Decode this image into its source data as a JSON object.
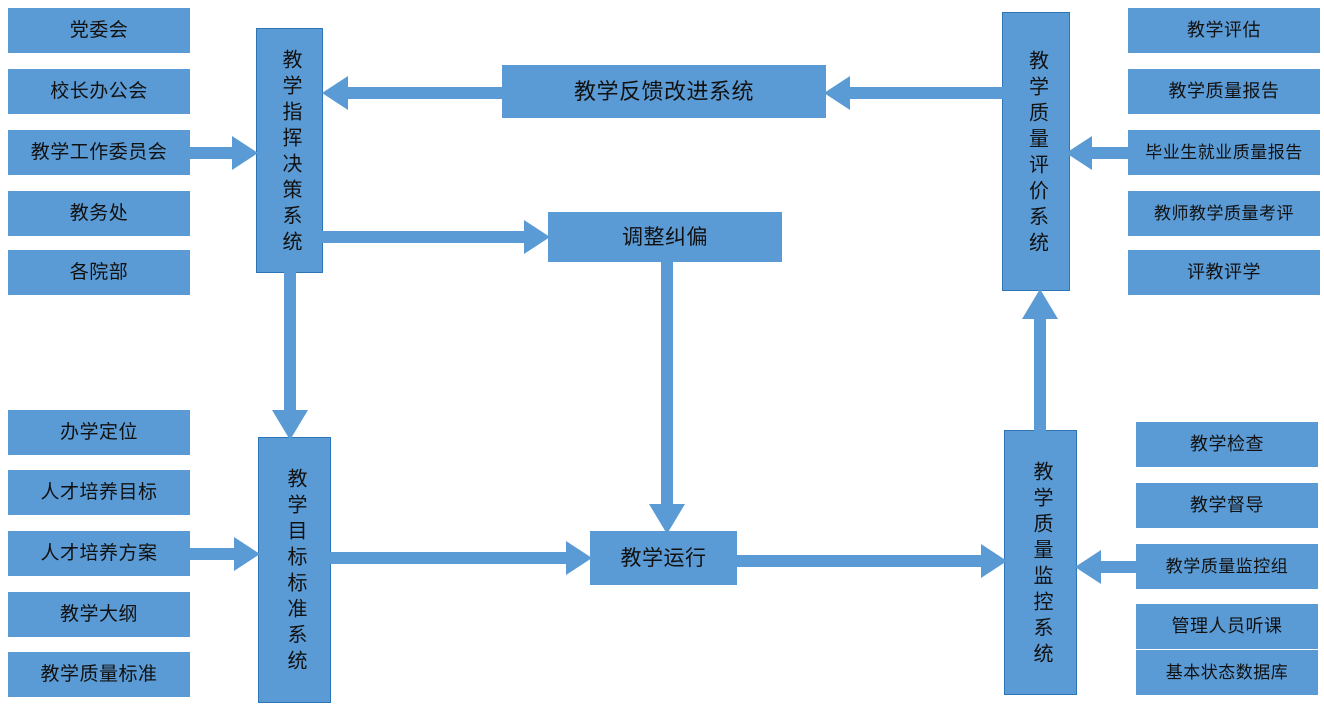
{
  "diagram": {
    "title_text_color": "#111111",
    "node_fill": "#5B9BD5",
    "node_stroke": "#2E75B6",
    "arrow_fill": "#5B9BD5",
    "background": "#FFFFFF",
    "pillars": {
      "command": "教学指挥决策系统",
      "goal_standard": "教学目标标准系统",
      "quality_eval": "教学质量评价系统",
      "quality_monitor": "教学质量监控系统"
    },
    "center_nodes": {
      "feedback": "教学反馈改进系统",
      "adjust": "调整纠偏",
      "operation": "教学运行"
    },
    "left_top_items": [
      "党委会",
      "校长办公会",
      "教学工作委员会",
      "教务处",
      "各院部"
    ],
    "left_bottom_items": [
      "办学定位",
      "人才培养目标",
      "人才培养方案",
      "教学大纲",
      "教学质量标准"
    ],
    "right_top_items": [
      "教学评估",
      "教学质量报告",
      "毕业生就业质量报告",
      "教师教学质量考评",
      "评教评学"
    ],
    "right_bottom_items": [
      "教学检查",
      "教学督导",
      "教学质量监控组",
      "管理人员听课",
      "基本状态数据库"
    ],
    "arrows": [
      {
        "name": "left-top-items-to-command",
        "direction": "right"
      },
      {
        "name": "feedback-to-command",
        "direction": "left"
      },
      {
        "name": "quality-eval-to-feedback",
        "direction": "left"
      },
      {
        "name": "command-to-adjust",
        "direction": "right"
      },
      {
        "name": "command-to-goal-standard",
        "direction": "down"
      },
      {
        "name": "adjust-to-operation",
        "direction": "down"
      },
      {
        "name": "left-bottom-items-to-goal-standard",
        "direction": "right"
      },
      {
        "name": "goal-standard-to-operation",
        "direction": "right"
      },
      {
        "name": "operation-to-quality-monitor",
        "direction": "right"
      },
      {
        "name": "right-bottom-items-to-quality-monitor",
        "direction": "left"
      },
      {
        "name": "right-top-items-to-quality-eval",
        "direction": "left"
      },
      {
        "name": "quality-monitor-to-quality-eval",
        "direction": "up"
      }
    ]
  }
}
